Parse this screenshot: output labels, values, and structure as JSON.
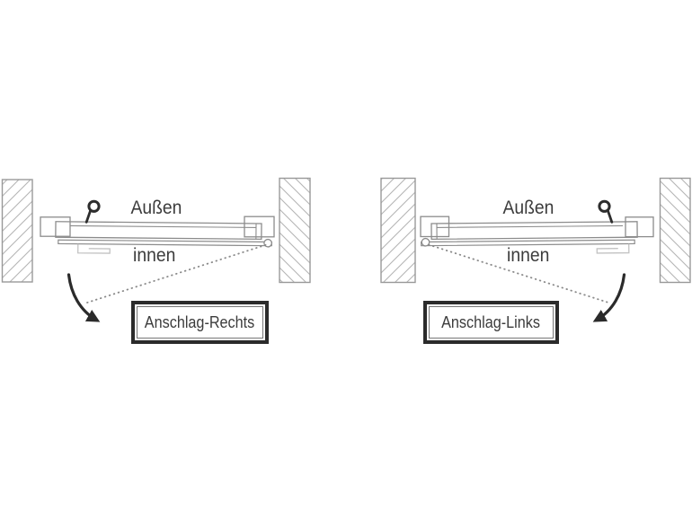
{
  "figure": {
    "type": "door-hinge-direction-diagram",
    "background_color": "#ffffff",
    "colors": {
      "outline": "#8c8c8c",
      "wall_stroke": "#999999",
      "hatch": "#b5b5b5",
      "dark_accent": "#2b2b2b",
      "text": "#3c3c3c",
      "light_detail": "#c2c2c2",
      "dotted_swing_line": "#8a8a8a"
    },
    "icons": {
      "door_handle": "door-handle-knob (ring with stem)",
      "hinge": "hinge-pivot-circle",
      "swing_arrow": "curved-arrow",
      "wall": "hatched-wall-section"
    }
  },
  "diagrams": [
    {
      "outside_label": "Außen",
      "inside_label": "innen",
      "box_label": "Anschlag-Rechts"
    },
    {
      "outside_label": "Außen",
      "inside_label": "innen",
      "box_label": "Anschlag-Links"
    }
  ]
}
